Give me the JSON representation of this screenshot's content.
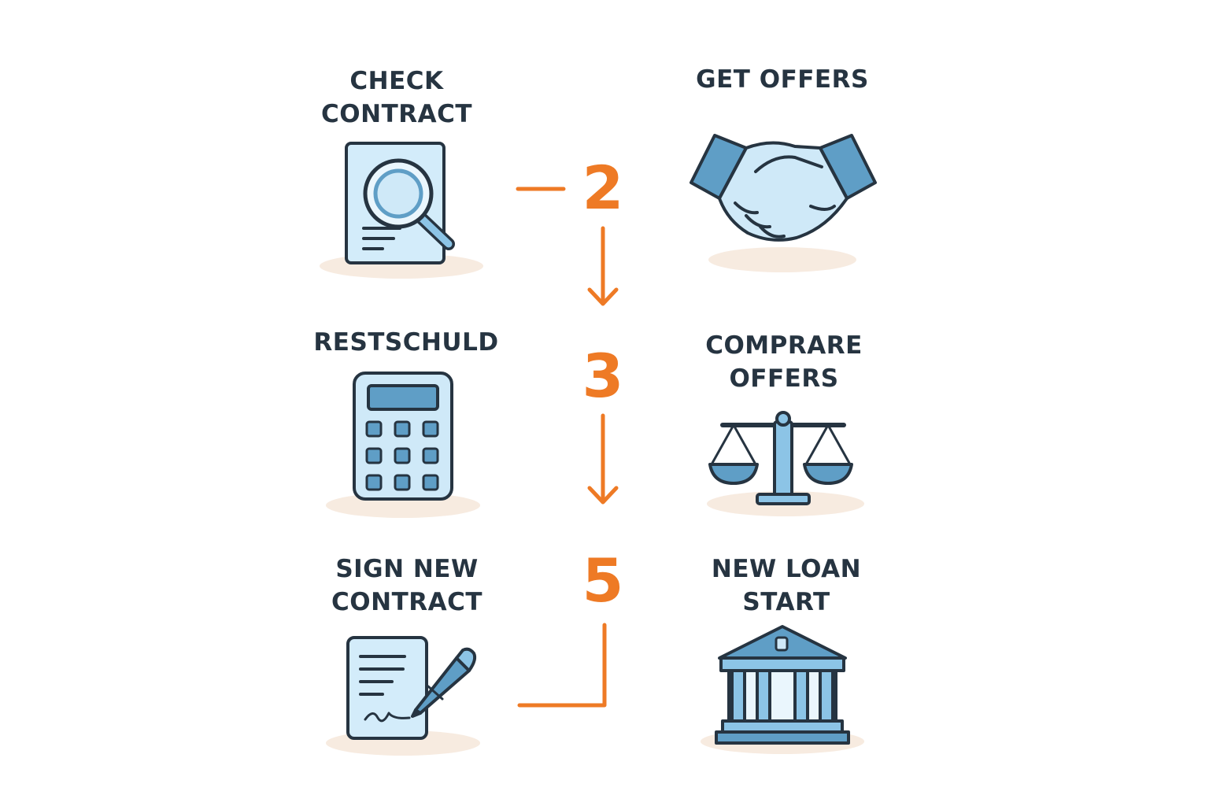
{
  "steps": [
    {
      "lines": [
        "CHECK",
        "CONTRACT"
      ],
      "icon": "document-magnifier-icon"
    },
    {
      "lines": [
        "GET OFFERS"
      ],
      "icon": "handshake-icon"
    },
    {
      "lines": [
        "RESTSCHULD"
      ],
      "icon": "calculator-icon"
    },
    {
      "lines": [
        "COMPRARE",
        "OFFERS"
      ],
      "icon": "balance-scale-icon"
    },
    {
      "lines": [
        "SIGN NEW",
        "CONTRACT"
      ],
      "icon": "signing-document-icon"
    },
    {
      "lines": [
        "NEW LOAN",
        "START"
      ],
      "icon": "bank-building-icon"
    }
  ],
  "numbers": [
    "2",
    "3",
    "5"
  ],
  "colors": {
    "accent": "#ee7a25",
    "icon_fill": "#cfe9f8",
    "icon_mid": "#8cc4e6",
    "icon_dark": "#5f9ec6",
    "outline": "#263441",
    "shadow": "#f7ebe0",
    "text": "#263441"
  }
}
